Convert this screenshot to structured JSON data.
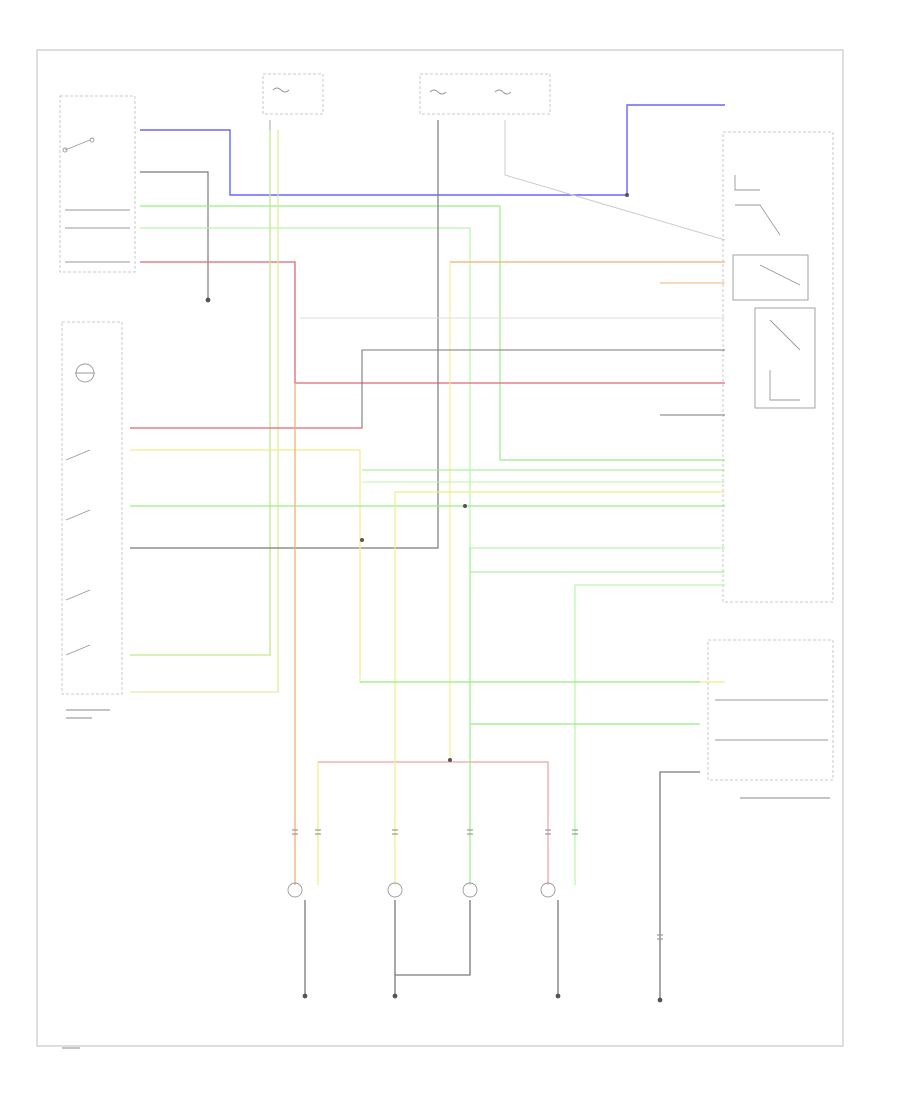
{
  "diagram": {
    "page_id": "",
    "colors": {
      "blue": "#6666ff",
      "black": "#7a7a7a",
      "green": "#99ee88",
      "green_light": "#bbf5aa",
      "red": "#dd6677",
      "yellow": "#eeee88",
      "orange": "#f0b070",
      "pink": "#f0a0a0",
      "gray": "#cccccc",
      "frame": "#bdbdbd"
    },
    "components": [
      {
        "id": "hazard-switch",
        "label": ""
      },
      {
        "id": "turn-signal-switch",
        "label": ""
      },
      {
        "id": "fuse-box-1",
        "label": ""
      },
      {
        "id": "fuse-box-2",
        "label": ""
      },
      {
        "id": "multiplex-control-unit",
        "label": ""
      },
      {
        "id": "gauge-assembly",
        "label": ""
      },
      {
        "id": "lighting-switch",
        "label": ""
      },
      {
        "id": "left-front-turn-light",
        "label": ""
      },
      {
        "id": "left-side-turn-light",
        "label": ""
      },
      {
        "id": "right-side-turn-light",
        "label": ""
      },
      {
        "id": "right-front-turn-light",
        "label": ""
      }
    ]
  }
}
